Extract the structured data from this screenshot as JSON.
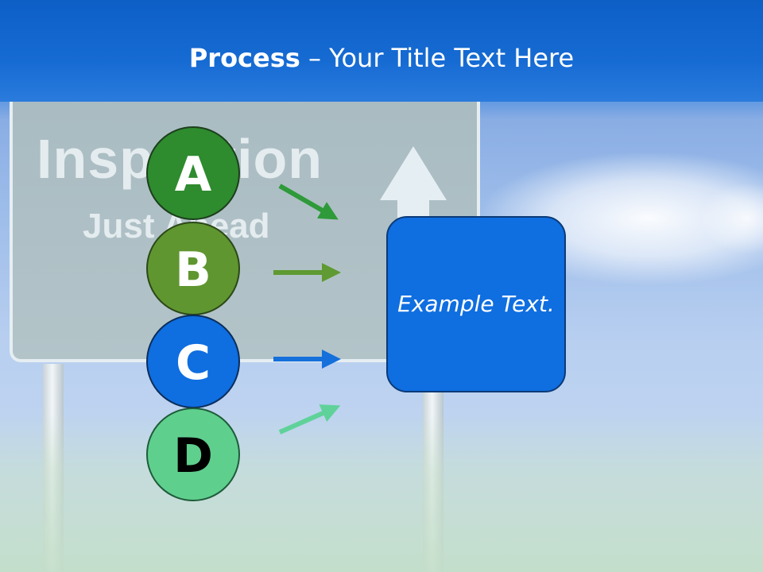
{
  "title": {
    "bold": "Process",
    "rest": " – Your Title Text Here"
  },
  "sign": {
    "line1": "Inspection",
    "line2": "Just Ahead"
  },
  "steps": [
    {
      "label": "A",
      "fill": "#2e8b2e",
      "text_color": "#ffffff",
      "arrow_color": "#2e9a3a"
    },
    {
      "label": "B",
      "fill": "#5f9630",
      "text_color": "#ffffff",
      "arrow_color": "#5f9a32"
    },
    {
      "label": "C",
      "fill": "#0f6ee0",
      "text_color": "#ffffff",
      "arrow_color": "#1570dc"
    },
    {
      "label": "D",
      "fill": "#5fcf8e",
      "text_color": "#000000",
      "arrow_color": "#5fd29a"
    }
  ],
  "box": {
    "text": "Example Text.",
    "fill": "#0f6ee0"
  }
}
